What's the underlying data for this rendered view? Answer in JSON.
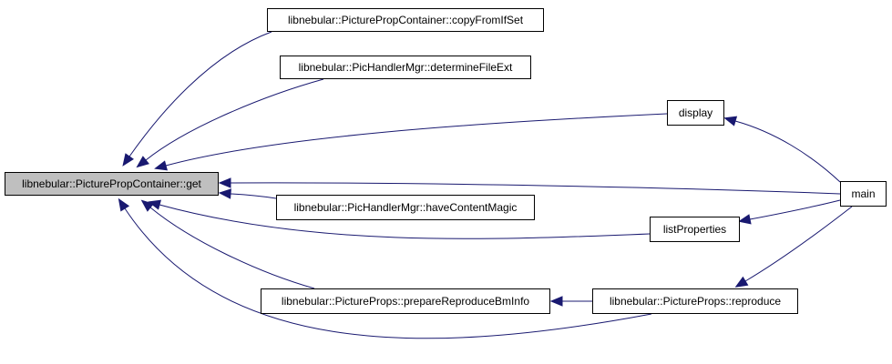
{
  "graph": {
    "edge_color": "#191970",
    "focus_fill": "#bfbfbf",
    "nodes": [
      {
        "id": "get",
        "label": "libnebular::PicturePropContainer::get",
        "current": true
      },
      {
        "id": "copyFromIfSet",
        "label": "libnebular::PicturePropContainer::copyFromIfSet",
        "current": false
      },
      {
        "id": "determineFileExt",
        "label": "libnebular::PicHandlerMgr::determineFileExt",
        "current": false
      },
      {
        "id": "display",
        "label": "display",
        "current": false
      },
      {
        "id": "haveContentMagic",
        "label": "libnebular::PicHandlerMgr::haveContentMagic",
        "current": false
      },
      {
        "id": "listProperties",
        "label": "listProperties",
        "current": false
      },
      {
        "id": "main",
        "label": "main",
        "current": false
      },
      {
        "id": "prepareReproduceBmInfo",
        "label": "libnebular::PictureProps::prepareReproduceBmInfo",
        "current": false
      },
      {
        "id": "reproduce",
        "label": "libnebular::PictureProps::reproduce",
        "current": false
      }
    ],
    "edges": [
      {
        "from": "copyFromIfSet",
        "to": "get"
      },
      {
        "from": "determineFileExt",
        "to": "get"
      },
      {
        "from": "display",
        "to": "get"
      },
      {
        "from": "main",
        "to": "get"
      },
      {
        "from": "haveContentMagic",
        "to": "get"
      },
      {
        "from": "listProperties",
        "to": "get"
      },
      {
        "from": "prepareReproduceBmInfo",
        "to": "get"
      },
      {
        "from": "reproduce",
        "to": "get"
      },
      {
        "from": "main",
        "to": "display"
      },
      {
        "from": "main",
        "to": "listProperties"
      },
      {
        "from": "main",
        "to": "reproduce"
      },
      {
        "from": "reproduce",
        "to": "prepareReproduceBmInfo"
      }
    ]
  }
}
